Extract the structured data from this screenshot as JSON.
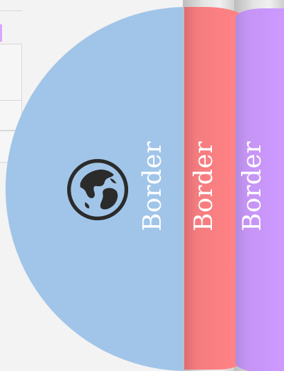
{
  "panels": [
    {
      "label": "Border",
      "color": "#a1c5e8"
    },
    {
      "label": "Border",
      "color": "#ff8183"
    },
    {
      "label": "Border",
      "color": "#cc99ff"
    }
  ],
  "icons": {
    "globe": "globe-icon"
  },
  "colors": {
    "background": "#f3f3f3",
    "icon": "#2b2b2b",
    "text": "#ffffff"
  }
}
